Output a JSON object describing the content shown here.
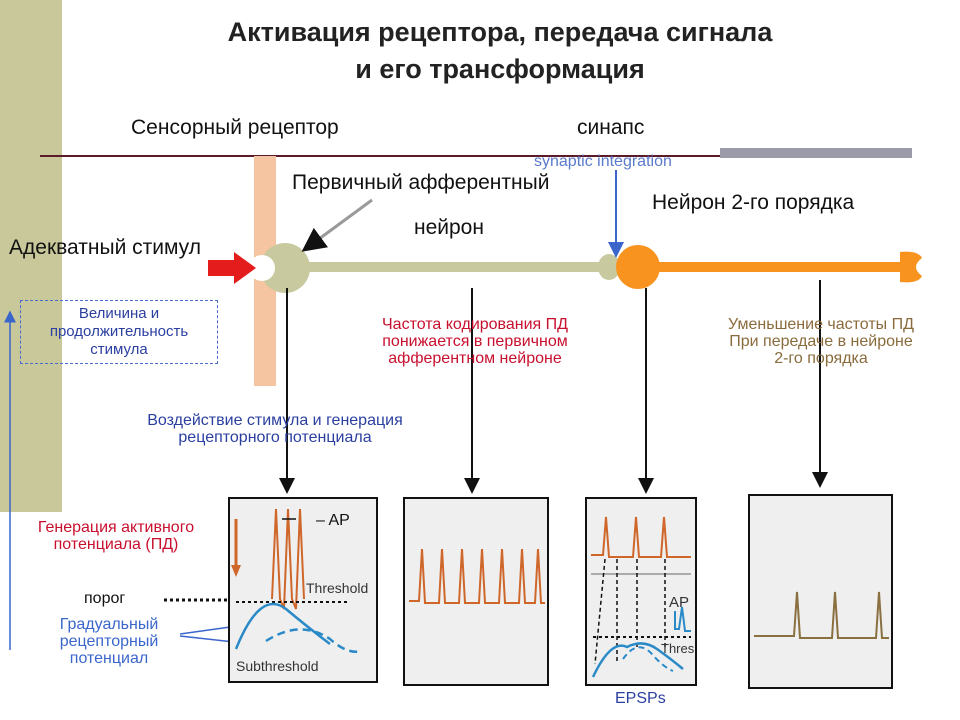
{
  "title": {
    "line1": "Активация  рецептора, передача сигнала",
    "line2": "и его трансформация"
  },
  "labels": {
    "sensory_receptor": "Сенсорный рецептор",
    "synapse": "синапс",
    "synaptic_integration": "synaptic integration",
    "primary_afferent_line1": "Первичный афферентный",
    "primary_afferent_line2": "нейрон",
    "second_order_neuron": "Нейрон 2-го порядка",
    "adequate_stimulus": "Адекватный стимул",
    "stimulus_box": [
      "Величина и",
      "продолжительность",
      "стимула"
    ],
    "coding_frequency": [
      "Частота кодирования ПД",
      "понижается в первичном",
      "афферентном нейроне"
    ],
    "frequency_decrease": [
      "Уменьшение частоты ПД",
      "При передаче в нейроне",
      "2-го порядка"
    ],
    "stimulus_effect": [
      "Воздействие стимула и генерация",
      "рецепторного потенциала"
    ],
    "ap_generation": [
      "Генерация активного",
      "потенциала (ПД)"
    ],
    "threshold_ru": "порог",
    "graded_potential": [
      "Градуальный",
      "рецепторный",
      "потенциал"
    ],
    "epsps": "EPSPs"
  },
  "panel_labels": {
    "ap": "– AP",
    "threshold": "Threshold",
    "subthreshold": "Subthreshold",
    "ap2": "AP",
    "thres": "Thres"
  },
  "colors": {
    "sidebar": "#c8c89a",
    "axon": "#c9c9a0",
    "receptor_bar": "#f5c4a0",
    "neuron2": "#f7931e",
    "stimulus_arrow": "#e41c1c",
    "red_text": "#c8102e",
    "blue_text": "#2a3fa0",
    "brown_text": "#8a6b3c",
    "trace_orange": "#d0672a",
    "trace_brown": "#8a7040",
    "trace_blue": "#2a8ac8"
  }
}
